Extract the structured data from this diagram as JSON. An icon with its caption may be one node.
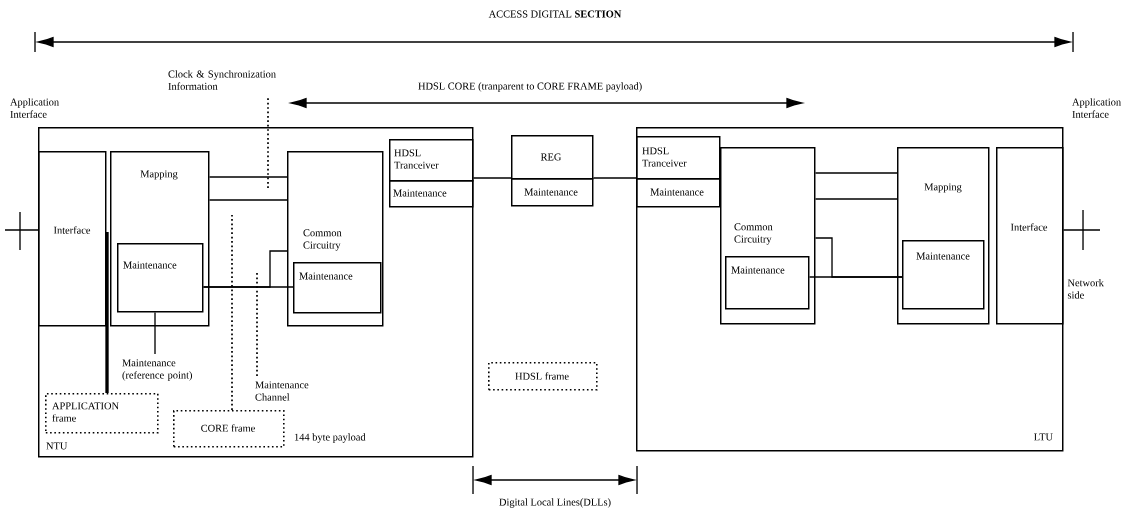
{
  "diagram": {
    "nodes": [
      {
        "text": [
          "NTU"
        ]
      },
      {
        "text": [
          "Interface"
        ],
        "in": 0
      },
      {
        "text": [
          "Mapping"
        ],
        "in": 0
      },
      {
        "text": [
          "Maintenance"
        ],
        "in": 2
      },
      {
        "text": [
          "Common Circuitry"
        ],
        "in": 0
      },
      {
        "text": [
          "Maintenance"
        ],
        "in": 4
      },
      {
        "text": [
          "HDSL Tranceiver"
        ],
        "in": 0
      },
      {
        "text": [
          "Maintenance"
        ],
        "in": 0
      },
      {
        "text": [
          "REG"
        ]
      },
      {
        "text": [
          "Maintenance"
        ]
      },
      {
        "text": [
          "LTU"
        ]
      },
      {
        "text": [
          "HDSL Tranceiver"
        ],
        "in": 10
      },
      {
        "text": [
          "Maintenance"
        ],
        "in": 10
      },
      {
        "text": [
          "Common Circuitry"
        ],
        "in": 10
      },
      {
        "text": [
          "Maintenance"
        ],
        "in": 13
      },
      {
        "text": [
          "Mapping"
        ],
        "in": 10
      },
      {
        "text": [
          "Maintenance"
        ],
        "in": 15
      },
      {
        "text": [
          "Interface"
        ],
        "in": 10,
        "beside": [
          "Network side"
        ]
      },
      {
        "text": [
          "APPLICATION frame"
        ],
        "in": 0
      },
      {
        "text": [
          "CORE frame"
        ],
        "in": 0
      },
      {
        "text": [
          "HDSL frame"
        ]
      },
      {
        "text": [
          "Maintenance (reference point)"
        ],
        "in": 0
      },
      {
        "text": [
          "Clock & Synchronization Information"
        ]
      },
      {
        "text": [
          "Maintenance Channel"
        ],
        "in": 0
      }
    ],
    "edges": [
      {
        "from": 2,
        "to": 4,
        "arrow": "none"
      },
      {
        "from": 2,
        "to": 4,
        "arrow": "none"
      },
      {
        "from": 3,
        "to": 5,
        "arrow": "none"
      },
      {
        "from": 3,
        "to": 4,
        "arrow": "none"
      },
      {
        "from": 6,
        "to": 8,
        "arrow": "none"
      },
      {
        "from": 8,
        "to": 11,
        "arrow": "none"
      },
      {
        "from": 13,
        "to": 15,
        "arrow": "none"
      },
      {
        "from": 13,
        "to": 15,
        "arrow": "none"
      },
      {
        "from": 14,
        "to": 16,
        "arrow": "none"
      },
      {
        "from": 16,
        "to": 13,
        "arrow": "none"
      },
      {
        "from": null,
        "to": 1,
        "arrow": "none"
      },
      {
        "from": 17,
        "to": null,
        "arrow": "none"
      },
      {
        "from": 21,
        "to": 3,
        "arrow": "none"
      },
      {
        "from": 18,
        "to": 1,
        "arrow": "none",
        "style": "thick"
      },
      {
        "from": 22,
        "to": null,
        "arrow": "none",
        "style": "dashed"
      },
      {
        "from": 23,
        "to": null,
        "arrow": "none",
        "style": "dashed"
      },
      {
        "from": 19,
        "to": null,
        "arrow": "none",
        "style": "dashed"
      }
    ],
    "labels": [
      "ACCESS DIGITAL **SECTION**",
      "Application Interface",
      "HDSL CORE (tranparent to CORE FRAME payload)",
      "Application Interface",
      "144 byte payload",
      "Digital Local Lines(DLLs)"
    ]
  }
}
